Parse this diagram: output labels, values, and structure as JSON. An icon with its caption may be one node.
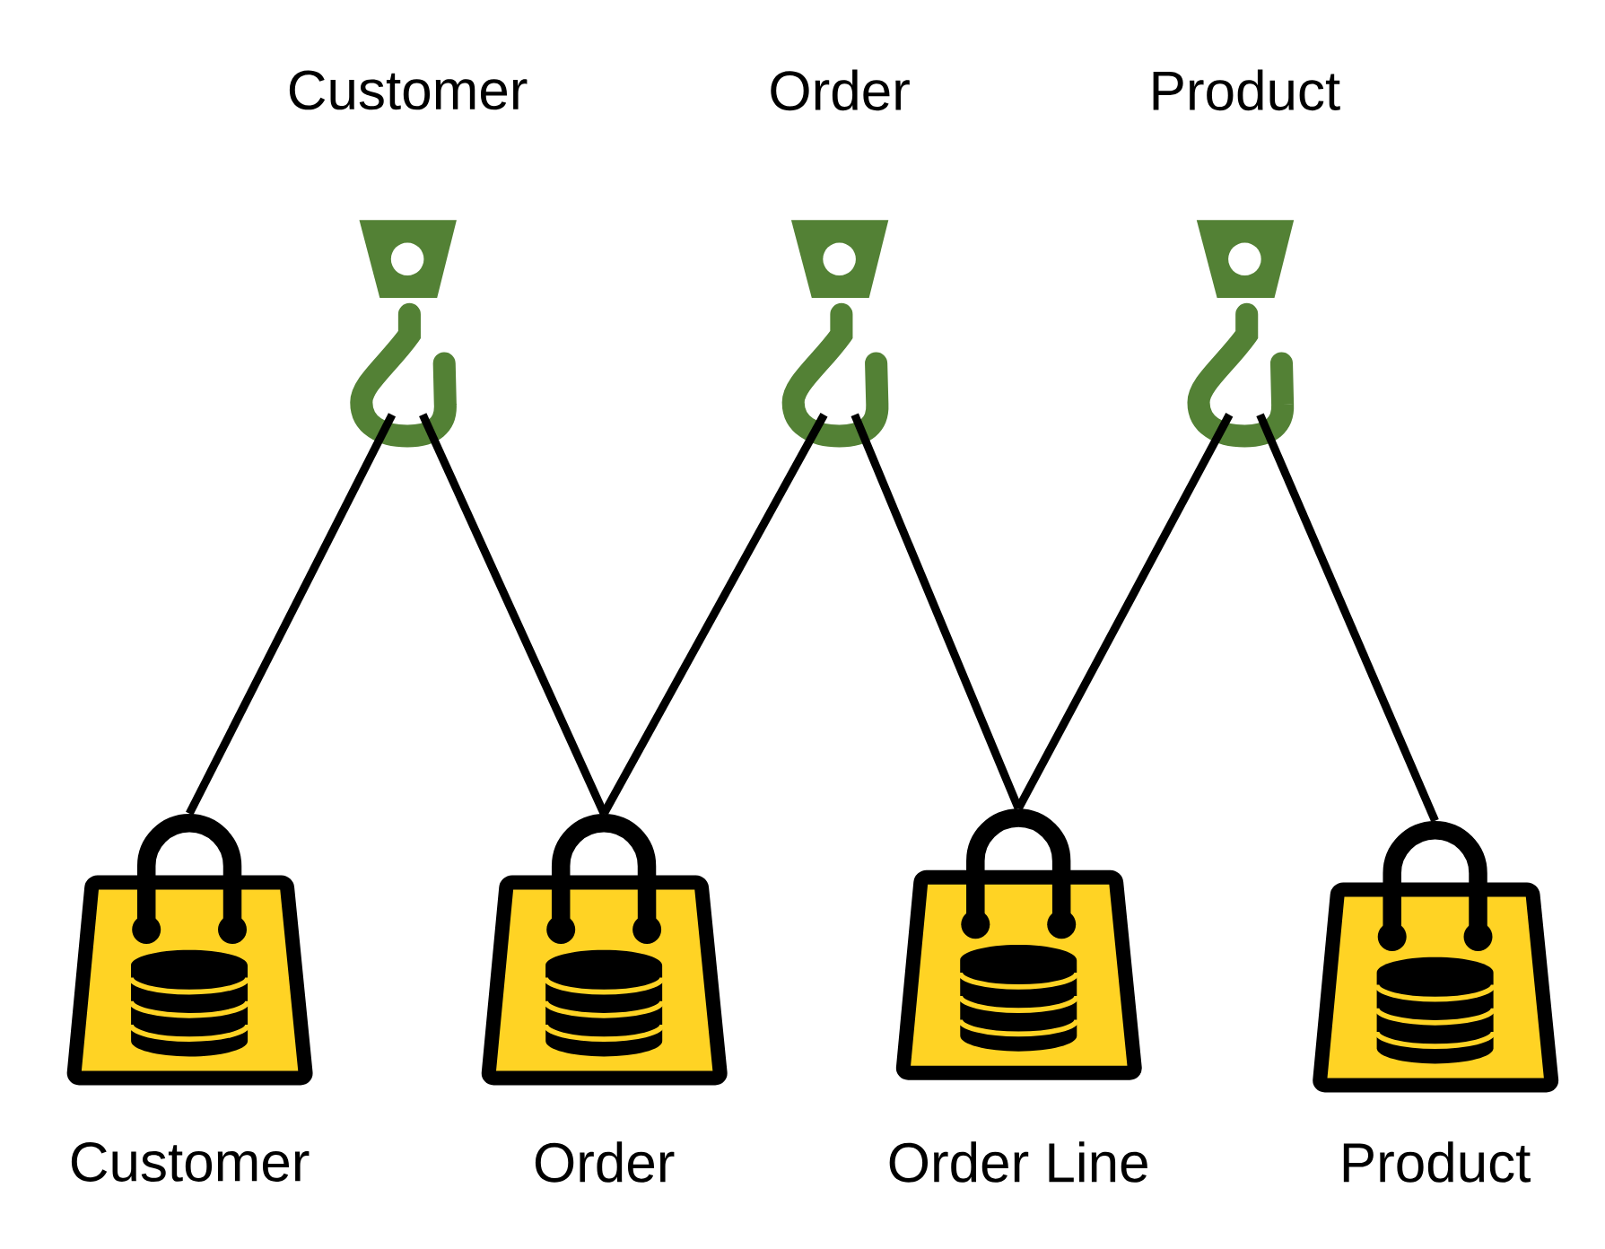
{
  "diagram": {
    "nodes": [
      {
        "text": [
          "Customer"
        ]
      },
      {
        "text": [
          "Order"
        ]
      },
      {
        "text": [
          "Product"
        ]
      },
      {
        "text": [
          "Customer"
        ]
      },
      {
        "text": [
          "Order"
        ]
      },
      {
        "text": [
          "Order Line"
        ]
      },
      {
        "text": [
          "Product"
        ]
      }
    ],
    "edges": [
      {
        "from": 0,
        "to": 3,
        "arrow": "none"
      },
      {
        "from": 0,
        "to": 4,
        "arrow": "none"
      },
      {
        "from": 1,
        "to": 4,
        "arrow": "none"
      },
      {
        "from": 1,
        "to": 5,
        "arrow": "none"
      },
      {
        "from": 2,
        "to": 5,
        "arrow": "none"
      },
      {
        "from": 2,
        "to": 6,
        "arrow": "none"
      }
    ]
  }
}
